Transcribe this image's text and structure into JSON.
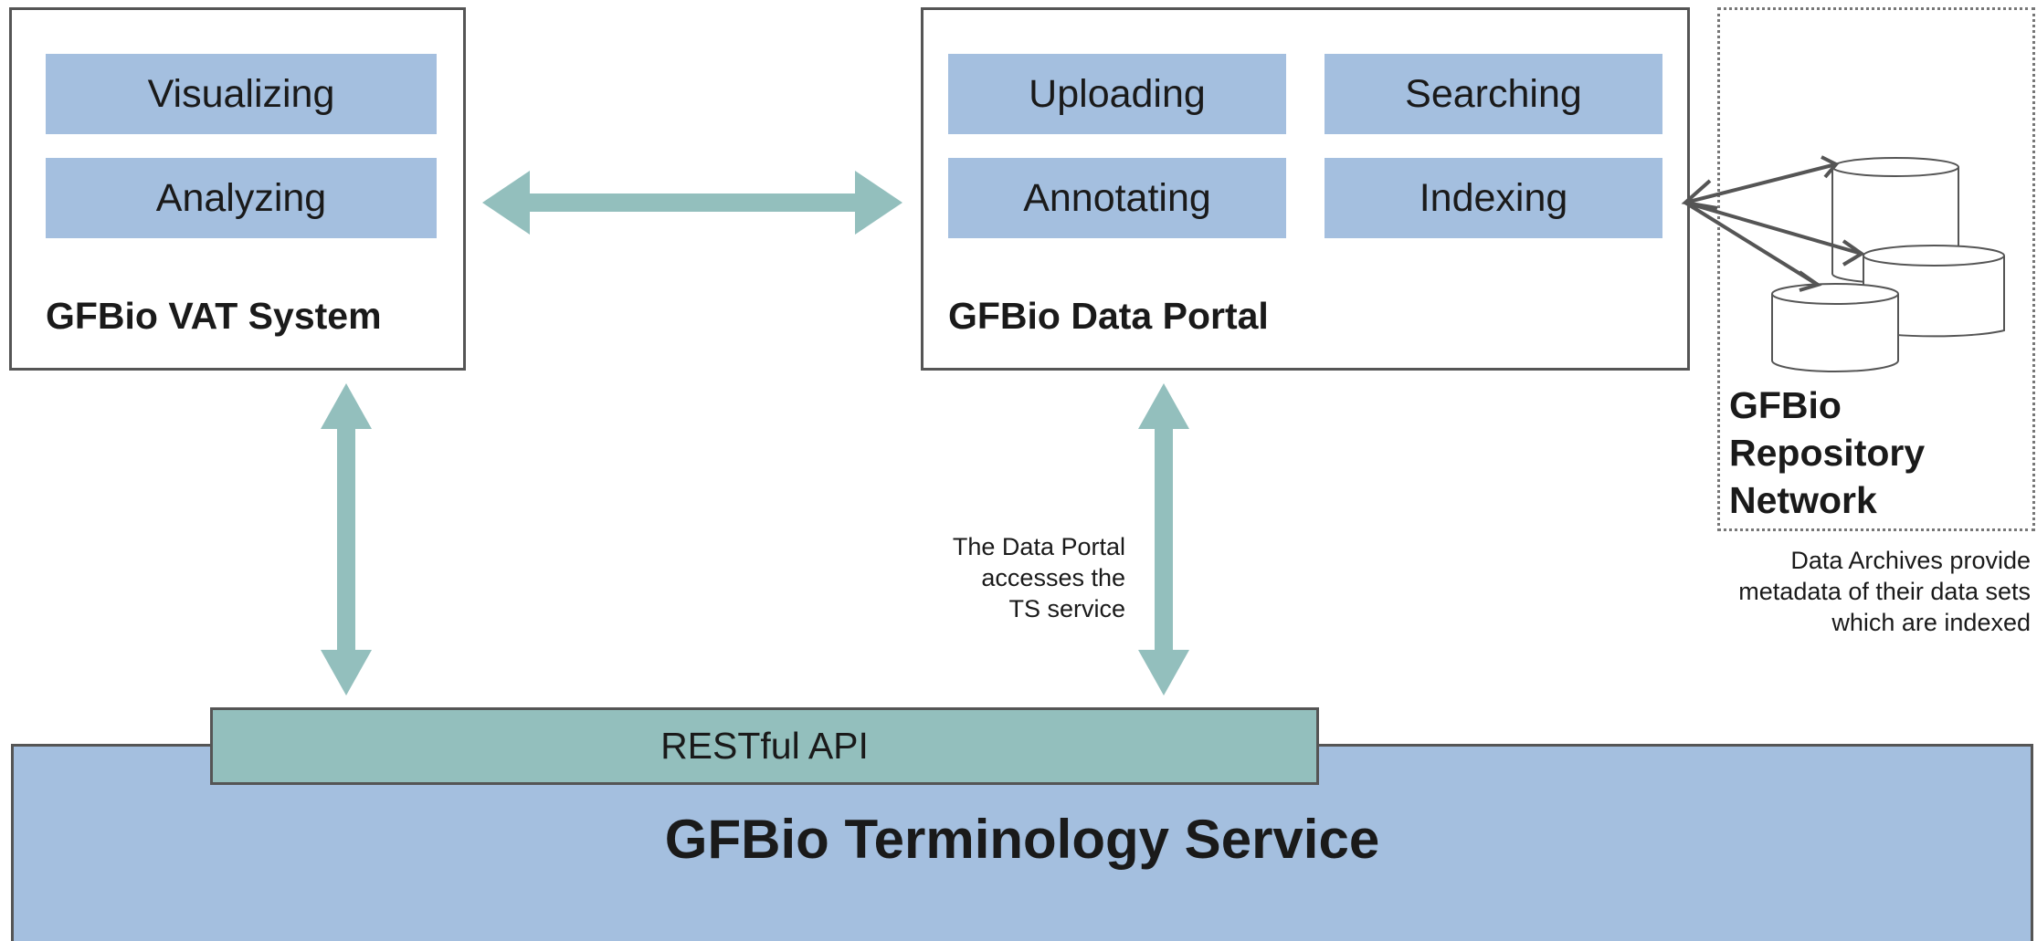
{
  "vat_system": {
    "title": "GFBio VAT System",
    "functions": [
      "Visualizing",
      "Analyzing"
    ]
  },
  "data_portal": {
    "title": "GFBio Data Portal",
    "functions": [
      "Uploading",
      "Searching",
      "Annotating",
      "Indexing"
    ]
  },
  "repository_network": {
    "title_lines": [
      "GFBio",
      "Repository",
      "Network"
    ],
    "note_lines": [
      "Data Archives provide",
      "metadata of their data sets",
      "which are indexed"
    ]
  },
  "portal_ts_note_lines": [
    "The Data Portal",
    "accesses the",
    "TS service"
  ],
  "terminology_service": {
    "title": "GFBio Terminology Service",
    "api_label": "RESTful API"
  },
  "colors": {
    "function_fill": "#a4bfdf",
    "arrow_fill": "#93bfbd",
    "api_fill": "#93bfbd",
    "border": "#555555"
  }
}
